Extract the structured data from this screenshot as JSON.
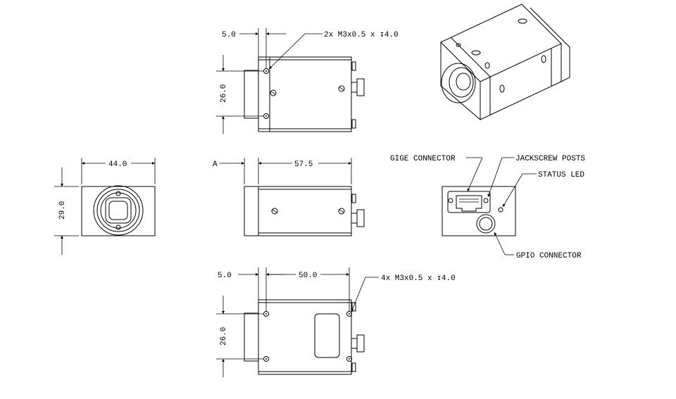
{
  "top_view": {
    "dim_offset": "5.0",
    "dim_height": "26.0",
    "hole_note": "2x M3x0.5 x ↧4.0"
  },
  "front_view": {
    "dim_width": "44.0",
    "dim_height": "29.0"
  },
  "side_view": {
    "datum_label": "A",
    "dim_length": "57.5"
  },
  "bottom_view": {
    "dim_offset": "5.0",
    "dim_length": "50.0",
    "dim_height": "26.0",
    "hole_note": "4x M3x0.5 x ↧4.0"
  },
  "rear_view": {
    "gige_label": "GIGE CONNECTOR",
    "jackscrew_label": "JACKSCREW POSTS",
    "status_label": "STATUS LED",
    "gpio_label": "GPIO CONNECTOR"
  },
  "icons": [
    "arrowhead",
    "screw-hole-icon",
    "rj45-icon",
    "circular-connector-icon",
    "led-icon"
  ]
}
